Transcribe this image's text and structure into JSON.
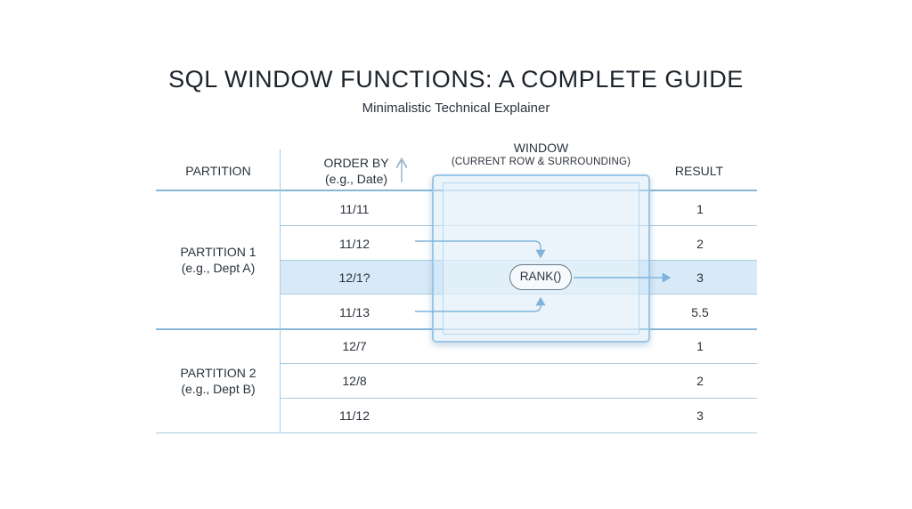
{
  "title": "SQL WINDOW FUNCTIONS: A COMPLETE GUIDE",
  "subtitle": "Minimalistic Technical Explainer",
  "headers": {
    "partition": "PARTITION",
    "order_by_line1": "ORDER BY",
    "order_by_line2": "(e.g., Date)",
    "window_line1": "WINDOW",
    "window_line2": "(CURRENT ROW & SURROUNDING)",
    "result": "RESULT"
  },
  "partitions": [
    {
      "name": "PARTITION 1",
      "example": "(e.g., Dept A)"
    },
    {
      "name": "PARTITION 2",
      "example": "(e.g., Dept B)"
    }
  ],
  "rows": [
    {
      "date": "11/11",
      "result": "1"
    },
    {
      "date": "11/12",
      "result": "2"
    },
    {
      "date": "12/1?",
      "result": "3"
    },
    {
      "date": "11/13",
      "result": "5.5"
    },
    {
      "date": "12/7",
      "result": "1"
    },
    {
      "date": "12/8",
      "result": "2"
    },
    {
      "date": "11/12",
      "result": "3"
    }
  ],
  "window_function": "RANK()",
  "colors": {
    "line": "#a9cbe2",
    "accent": "#86b7d8",
    "highlight": "#d8eaf7",
    "arrow": "#7fb3db"
  }
}
